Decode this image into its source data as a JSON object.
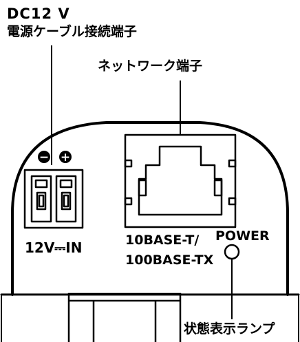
{
  "callouts": {
    "dc_power_title": "DC12 V",
    "dc_power_description": "電源ケーブル接続端子",
    "network_port": "ネットワーク端子",
    "status_lamp": "状態表示ランプ"
  },
  "panel_labels": {
    "power_input": "12V⎓IN",
    "ethernet_line1": "10BASE-T/",
    "ethernet_line2": "100BASE-TX",
    "power_led": "POWER"
  },
  "polarity_symbols": {
    "negative": "−",
    "positive": "+"
  }
}
